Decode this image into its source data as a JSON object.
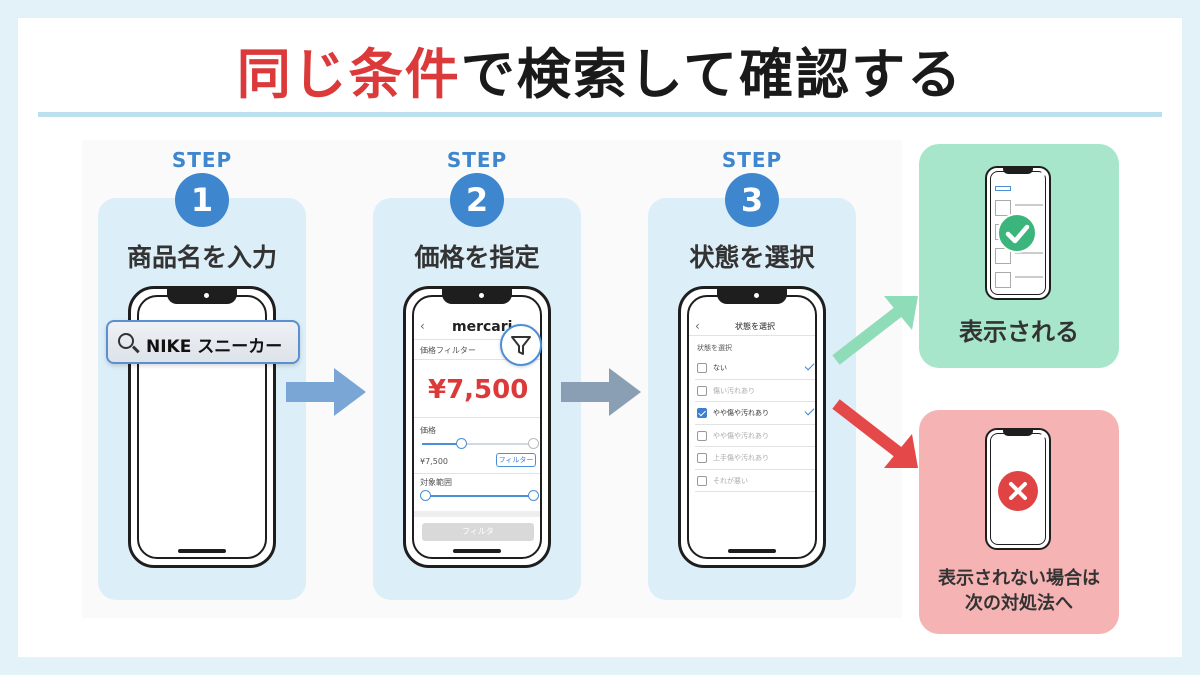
{
  "title": {
    "part1": "同じ条件",
    "part2": "で検索して確認する"
  },
  "steps": [
    {
      "word": "STEP",
      "number": "1",
      "label": "商品名を入力"
    },
    {
      "word": "STEP",
      "number": "2",
      "label": "価格を指定"
    },
    {
      "word": "STEP",
      "number": "3",
      "label": "状態を選択"
    }
  ],
  "search": {
    "query": "NIKE スニーカー"
  },
  "price_screen": {
    "app_name": "mercari",
    "filter_title": "価格フィルター",
    "price": "¥7,500",
    "price_label": "価格",
    "price_value": "¥7,500",
    "filter_button": "フィルター",
    "range_label": "対象範囲",
    "apply_button": "フィルタ",
    "slider_value": 0.35
  },
  "condition_screen": {
    "header": "状態を選択",
    "section": "状態を選択",
    "options": [
      {
        "label": "ない",
        "checked": false,
        "tick": true
      },
      {
        "label": "傷い汚れあり",
        "checked": false,
        "tick": false
      },
      {
        "label": "やや傷や汚れあり",
        "checked": true,
        "tick": true
      },
      {
        "label": "やや傷や汚れあり",
        "checked": false,
        "tick": false
      },
      {
        "label": "上手傷や汚れあり",
        "checked": false,
        "tick": false
      },
      {
        "label": "それが悪い",
        "checked": false,
        "tick": false
      }
    ]
  },
  "results": {
    "success_label": "表示される",
    "fail_line1": "表示されない場合は",
    "fail_line2": "次の対処法へ"
  },
  "colors": {
    "accent_blue": "#3e86cd",
    "title_red": "#dc3a3a",
    "success_bg": "#a8e6cb",
    "fail_bg": "#f6b3b3"
  }
}
